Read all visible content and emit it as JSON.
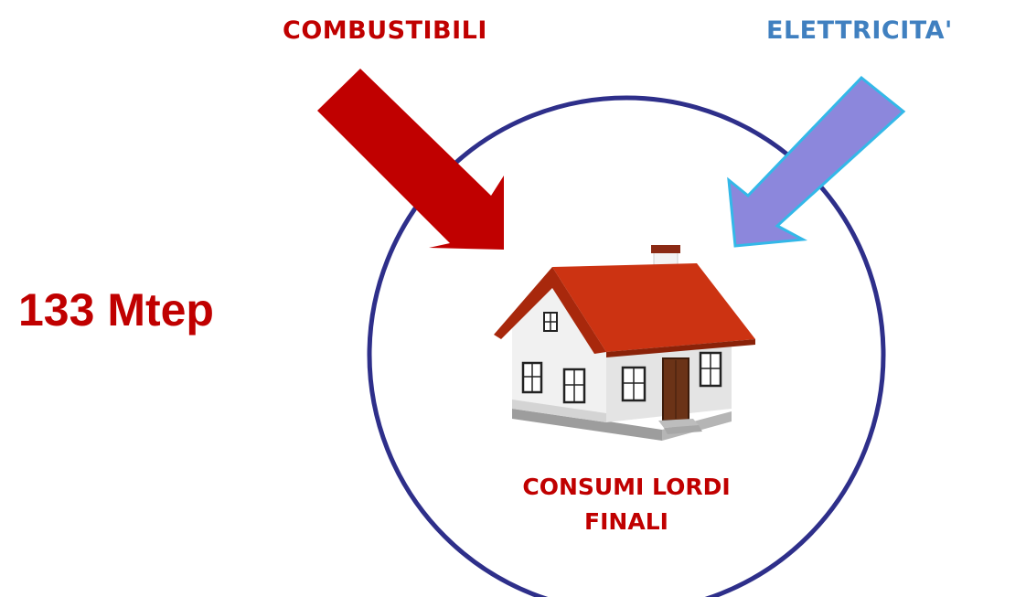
{
  "diagram": {
    "inputs": [
      {
        "label": "COMBUSTIBILI",
        "color": "#c00000"
      },
      {
        "label": "ELETTRICITA'",
        "color": "#4080c0",
        "arrow_fill": "#8c87dc",
        "arrow_outline": "#33b8e8"
      }
    ],
    "total": {
      "value": "133 Mtep",
      "color": "#c00000"
    },
    "center": {
      "line1": "CONSUMI LORDI",
      "line2": "FINALI",
      "color": "#c00000",
      "circle_color": "#2e2f8a"
    }
  }
}
